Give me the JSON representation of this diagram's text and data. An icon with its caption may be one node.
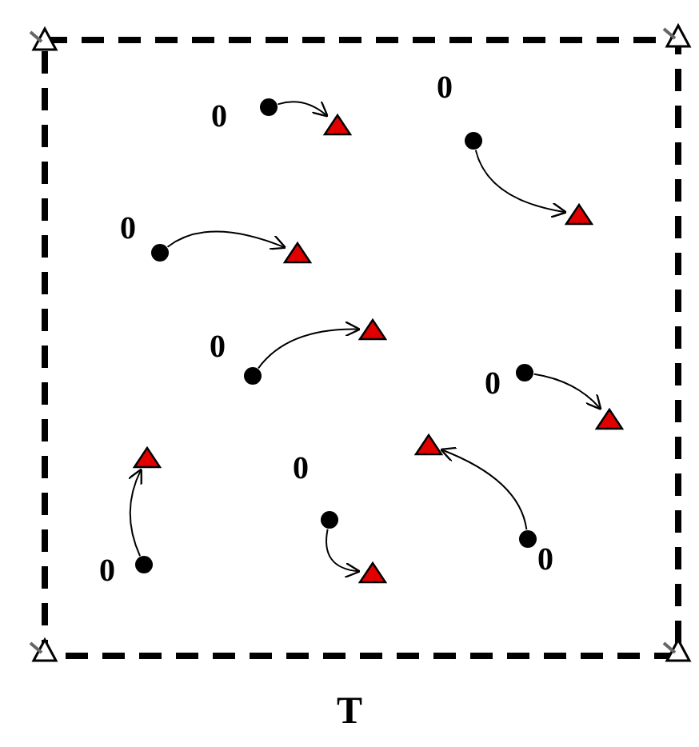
{
  "diagram": {
    "caption": "T",
    "nodes": [
      {
        "text": [],
        "shape": "triangle"
      },
      {
        "text": [],
        "shape": "triangle"
      },
      {
        "text": [],
        "shape": "circle"
      },
      {
        "text": [],
        "shape": "triangle"
      },
      {
        "text": [],
        "shape": "circle"
      },
      {
        "text": [],
        "shape": "triangle"
      },
      {
        "text": [],
        "shape": "circle"
      },
      {
        "text": [],
        "shape": "triangle"
      },
      {
        "text": [],
        "shape": "circle"
      },
      {
        "text": [],
        "shape": "triangle"
      },
      {
        "text": [],
        "shape": "circle"
      },
      {
        "text": [],
        "shape": "triangle"
      },
      {
        "text": [],
        "shape": "circle"
      },
      {
        "text": [],
        "shape": "triangle"
      },
      {
        "text": [],
        "shape": "circle"
      },
      {
        "text": [],
        "shape": "triangle"
      },
      {
        "text": [],
        "shape": "circle"
      },
      {
        "text": [],
        "shape": "triangle"
      },
      {
        "text": [],
        "shape": "triangle"
      },
      {
        "text": [],
        "shape": "triangle"
      }
    ],
    "edges": [
      {
        "from": 2,
        "to": 3,
        "arrow": "to"
      },
      {
        "from": 4,
        "to": 5,
        "arrow": "to"
      },
      {
        "from": 6,
        "to": 7,
        "arrow": "to"
      },
      {
        "from": 8,
        "to": 9,
        "arrow": "to"
      },
      {
        "from": 10,
        "to": 11,
        "arrow": "to"
      },
      {
        "from": 12,
        "to": 13,
        "arrow": "to"
      },
      {
        "from": 14,
        "to": 15,
        "arrow": "to"
      },
      {
        "from": 16,
        "to": 17,
        "arrow": "to"
      }
    ],
    "labels": [
      "0",
      "0",
      "0",
      "0",
      "0",
      "0",
      "0",
      "0"
    ]
  }
}
